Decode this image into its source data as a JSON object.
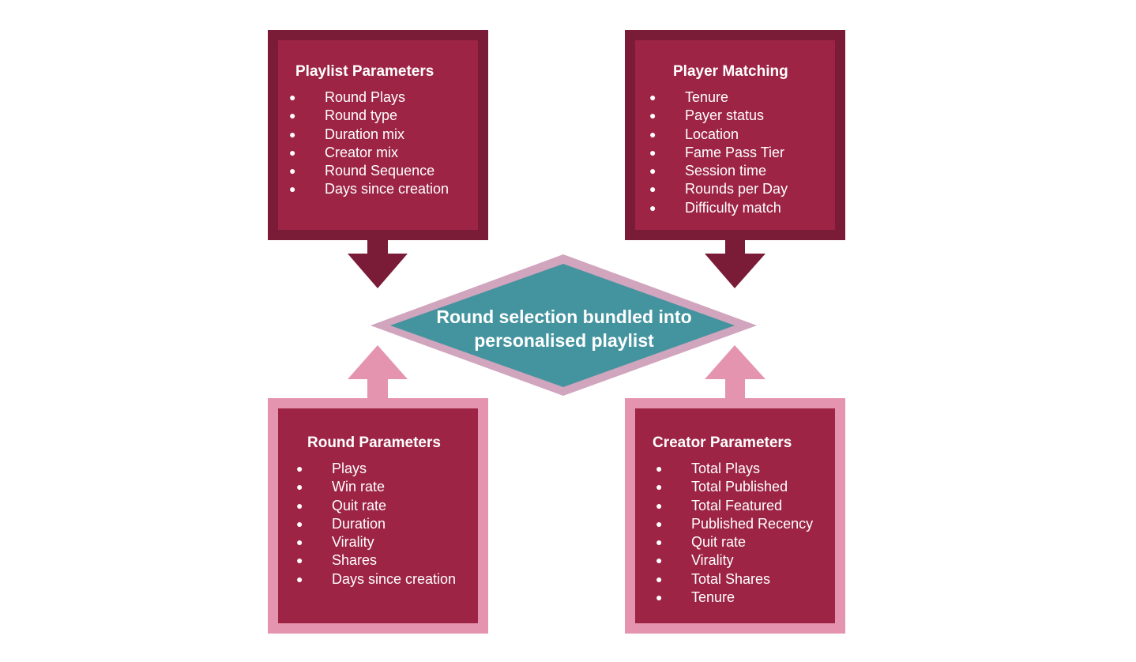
{
  "colors": {
    "box_fill": "#9d2445",
    "dark_border": "#7a1c38",
    "pink_border": "#e594b0",
    "diamond_fill": "#44949f",
    "diamond_border": "#d0a5bd",
    "text": "#ffffff"
  },
  "center": {
    "line1": "Round selection bundled into",
    "line2": "personalised playlist"
  },
  "boxes": {
    "playlist_parameters": {
      "title": "Playlist Parameters",
      "items": [
        "Round Plays",
        "Round type",
        "Duration mix",
        "Creator mix",
        "Round Sequence",
        "Days since creation"
      ]
    },
    "player_matching": {
      "title": "Player Matching",
      "items": [
        "Tenure",
        "Payer status",
        "Location",
        "Fame Pass Tier",
        "Session time",
        "Rounds per Day",
        "Difficulty match"
      ]
    },
    "round_parameters": {
      "title": "Round Parameters",
      "items": [
        "Plays",
        "Win rate",
        "Quit rate",
        "Duration",
        "Virality",
        "Shares",
        "Days since creation"
      ]
    },
    "creator_parameters": {
      "title": "Creator Parameters",
      "items": [
        "Total Plays",
        "Total Published",
        "Total Featured",
        "Published Recency",
        "Quit rate",
        "Virality",
        "Total Shares",
        "Tenure"
      ]
    }
  },
  "bullet_glyph": "●"
}
